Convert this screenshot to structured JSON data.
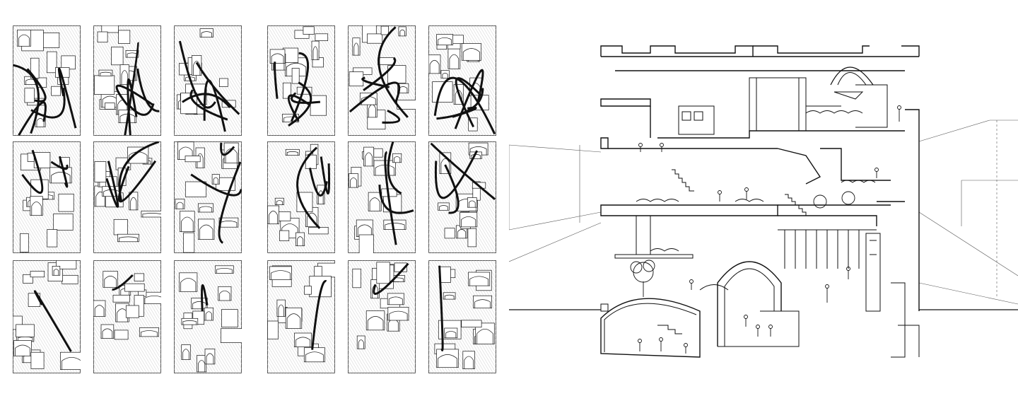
{
  "canvas": {
    "background": "#ffffff",
    "ink": "#111111"
  },
  "left_panel": {
    "type": "sketch-grid",
    "rows": 3,
    "columns": 6,
    "style": "pen-and-ink isometric architectural fantasy"
  },
  "right_panel": {
    "type": "architectural-section",
    "style": "black line drawing",
    "elements": [
      "cantilevered-slabs",
      "vaulted-arches",
      "human-figures",
      "trees",
      "planters",
      "stairs",
      "perspective-lines"
    ]
  }
}
